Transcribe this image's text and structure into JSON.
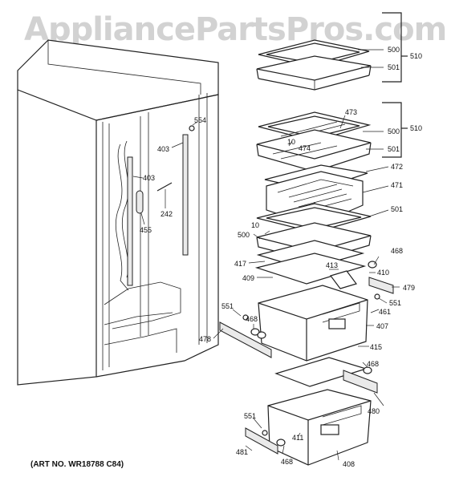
{
  "watermark": "AppliancePartsPros.com",
  "art_number": "(ART NO. WR18788 C84)",
  "callouts": {
    "c500a": "500",
    "c501a": "501",
    "c510a": "510",
    "c473": "473",
    "c10a": "10",
    "c474": "474",
    "c500b": "500",
    "c501b": "501",
    "c510b": "510",
    "c472": "472",
    "c471": "471",
    "c501c": "501",
    "c10b": "10",
    "c500c": "500",
    "c468a": "468",
    "c417": "417",
    "c413": "413",
    "c410": "410",
    "c409": "409",
    "c479": "479",
    "c461": "461",
    "c551a": "551",
    "c551b": "551",
    "c468b": "468",
    "c407": "407",
    "c478": "478",
    "c415": "415",
    "c468c": "468",
    "c480": "480",
    "c551c": "551",
    "c411": "411",
    "c481": "481",
    "c468d": "468",
    "c408": "408",
    "c554": "554",
    "c403a": "403",
    "c403b": "403",
    "c242": "242",
    "c455": "455"
  }
}
